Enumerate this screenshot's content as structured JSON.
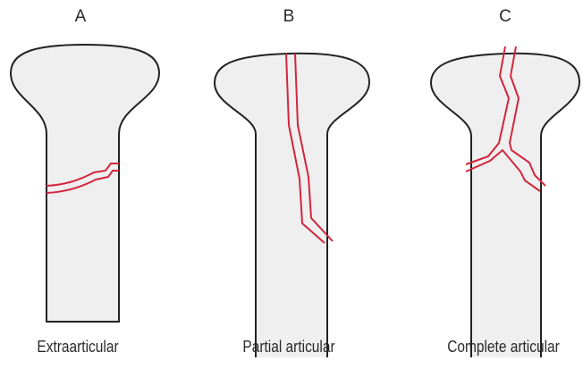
{
  "panels": [
    {
      "letter": "A",
      "caption": "Extraarticular"
    },
    {
      "letter": "B",
      "caption": "Partial articular"
    },
    {
      "letter": "C",
      "caption": "Complete articular"
    }
  ],
  "colors": {
    "bone_fill": "#efefef",
    "bone_outline": "#222222",
    "fracture": "#d3263d",
    "text": "#2a2a2a"
  }
}
